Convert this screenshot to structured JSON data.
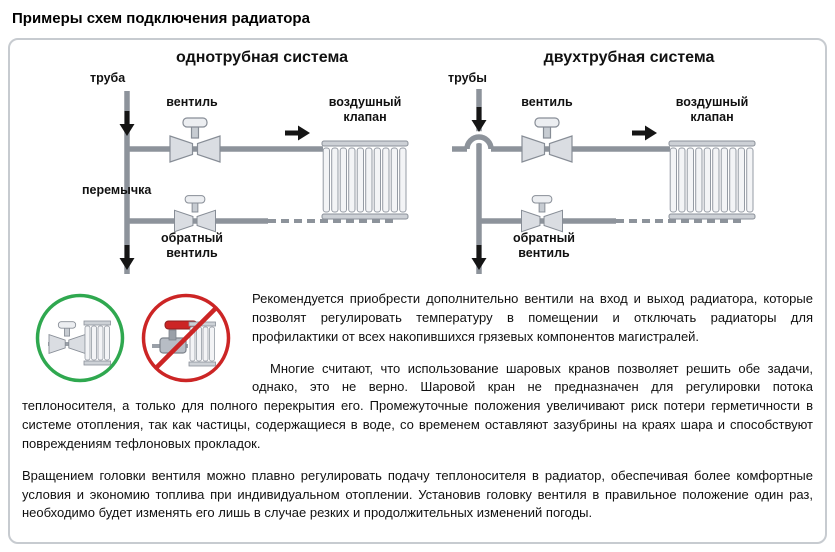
{
  "title": "Примеры схем подключения радиатора",
  "diagrams": {
    "single": {
      "heading": "однотрубная система",
      "labels": {
        "pipe": "труба",
        "valve": "вентиль",
        "air_valve": "воздушный клапан",
        "bypass": "перемычка",
        "return_valve": "обратный вентиль"
      }
    },
    "double": {
      "heading": "двухтрубная система",
      "labels": {
        "pipes": "трубы",
        "valve": "вентиль",
        "air_valve": "воздушный клапан",
        "return_valve": "обратный вентиль"
      }
    }
  },
  "legend_icons": {
    "recommended": "radiator-valve-recommended-icon",
    "prohibited": "ball-valve-prohibited-icon"
  },
  "paragraphs": {
    "p1": "Рекомендуется приобрести дополнительно вентили на вход и выход радиатора, которые позволят регулировать температуру в помещении и отключать радиаторы для профилактики от всех накопившихся грязевых компонентов магистралей.",
    "p2": "Многие считают, что использование шаровых кранов позволяет решить обе задачи, однако, это не верно. Шаровой кран не предназначен для регулировки потока теплоносителя, а только для полного перекрытия его. Промежуточные положения увеличивают риск потери герметичности в системе отопления, так как частицы, содержащиеся в воде, со временем оставляют зазубрины на краях шара и способствуют повреждениям тефлоновых прокладок.",
    "p3": "Вращением головки вентиля можно плавно регулировать подачу теплоносителя в радиатор, обеспечивая более комфортные условия и экономию топлива при индивидуальном отоплении. Установив головку вентиля в правильное положение один раз, необходимо будет изменять его лишь в случае резких и продолжительных изменений погоды."
  },
  "colors": {
    "pipe_gray": "#8d939b",
    "recommended_green": "#2fa84f",
    "prohibited_red": "#cc2525",
    "panel_border": "#c7cbd0",
    "text": "#111111"
  }
}
